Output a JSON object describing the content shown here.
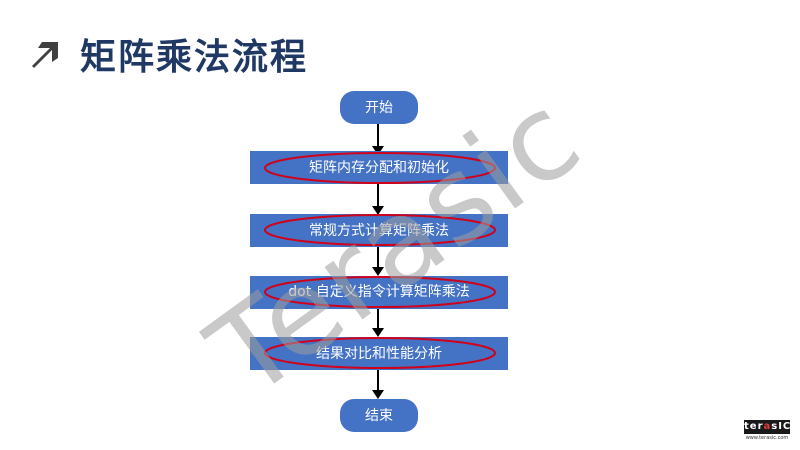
{
  "title": "矩阵乘法流程",
  "watermark": "Terasic",
  "nodes": {
    "start": "开始",
    "step1": "矩阵内存分配和初始化",
    "step2": "常规方式计算矩阵乘法",
    "step3": "dot 自定义指令计算矩阵乘法",
    "step4": "结果对比和性能分析",
    "end": "结束"
  },
  "logo": {
    "text_a": "ter",
    "text_b": "a",
    "text_c": "sIC",
    "url": "www.terasic.com"
  },
  "colors": {
    "title": "#1f3864",
    "box": "#4472c4",
    "start_end": "#4472c4",
    "highlight": "#d0021b",
    "arrow": "#000000"
  }
}
